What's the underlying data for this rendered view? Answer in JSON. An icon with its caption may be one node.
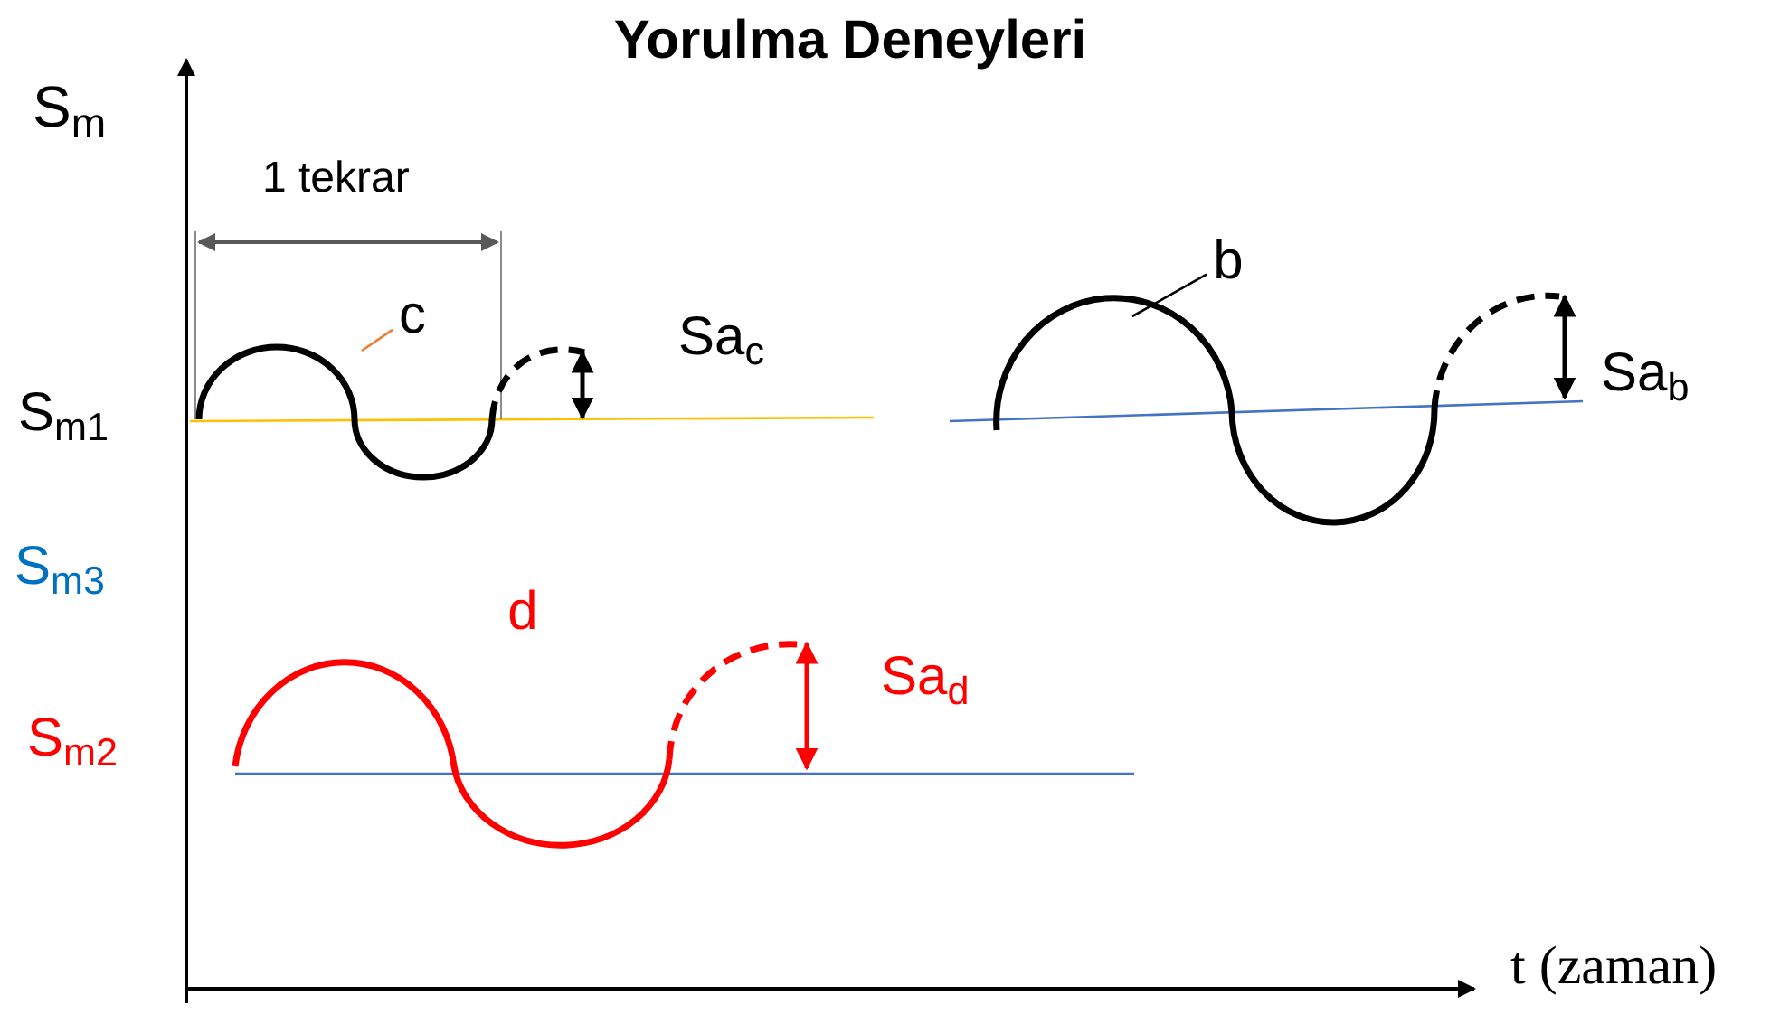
{
  "diagram": {
    "title": "Yorulma Deneyleri",
    "nodes": [
      {
        "text": [
          "c"
        ]
      },
      {
        "text": [],
        "shape": "wave",
        "beside": [
          "Sa$_{c}$"
        ]
      },
      {
        "text": [
          "b"
        ]
      },
      {
        "text": [],
        "shape": "wave",
        "beside": [
          "Sa$_{b}$"
        ]
      },
      {
        "text": [
          "d"
        ]
      },
      {
        "text": [],
        "shape": "wave",
        "beside": [
          "Sa$_{d}$"
        ]
      }
    ],
    "edges": [
      {
        "from": 0,
        "to": 1,
        "arrow": "none",
        "color": "#ed7d31"
      },
      {
        "from": 2,
        "to": 3,
        "arrow": "none",
        "color": "#000000"
      }
    ],
    "labels": [
      "S$_{m}$",
      "1 tekrar",
      "S$_{m1}$",
      "S$_{m3}$",
      "S$_{m2}$",
      "t (zaman)"
    ]
  }
}
